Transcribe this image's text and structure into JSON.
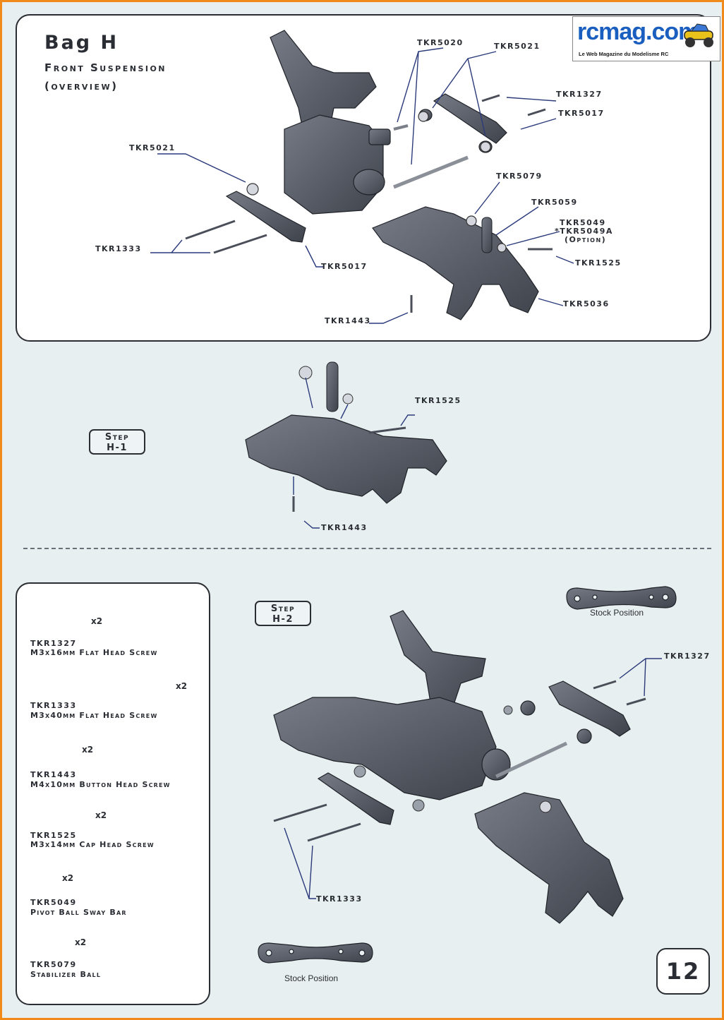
{
  "logo": {
    "text": "rcmag.com",
    "tagline": "Le Web Magazine du Modelisme RC"
  },
  "overview": {
    "title": "Bag H",
    "subtitle": "Front Suspension",
    "subtitle2": "(overview)",
    "labels": {
      "tkr5020": "TKR5020",
      "tkr5021_top": "TKR5021",
      "tkr1327": "TKR1327",
      "tkr5017_top": "TKR5017",
      "tkr5021_left": "TKR5021",
      "tkr5079": "TKR5079",
      "tkr5059": "TKR5059",
      "tkr5049": "TKR5049",
      "tkr5049a": "*TKR5049A",
      "option": "(Option)",
      "tkr1525": "TKR1525",
      "tkr1333": "TKR1333",
      "tkr5017_bottom": "TKR5017",
      "tkr5036": "TKR5036",
      "tkr1443": "TKR1443"
    }
  },
  "step1": {
    "badge_line1": "Step",
    "badge_line2": "H-1",
    "label_tkr1525": "TKR1525",
    "label_tkr1443": "TKR1443"
  },
  "step2": {
    "badge_line1": "Step",
    "badge_line2": "H-2",
    "label_tkr1327": "TKR1327",
    "label_tkr1333": "TKR1333",
    "stock_top": "Stock Position",
    "stock_bottom": "Stock Position"
  },
  "parts": [
    {
      "code": "TKR1327",
      "desc": "M3x16mm Flat Head Screw",
      "qty": "x2",
      "icon": "flat-head-screw-short-icon"
    },
    {
      "code": "TKR1333",
      "desc": "M3x40mm Flat Head Screw",
      "qty": "x2",
      "icon": "flat-head-screw-long-icon"
    },
    {
      "code": "TKR1443",
      "desc": "M4x10mm Button Head Screw",
      "qty": "x2",
      "icon": "button-head-screw-icon"
    },
    {
      "code": "TKR1525",
      "desc": "M3x14mm Cap Head Screw",
      "qty": "x2",
      "icon": "cap-head-screw-icon"
    },
    {
      "code": "TKR5049",
      "desc": "Pivot Ball Sway Bar",
      "qty": "x2",
      "icon": "pivot-ball-icon"
    },
    {
      "code": "TKR5079",
      "desc": "Stabilizer Ball",
      "qty": "x2",
      "icon": "stabilizer-ball-icon"
    }
  ],
  "page_number": "12",
  "colors": {
    "frame": "#f08a1a",
    "ink": "#2a2d33",
    "part": "#5c606b",
    "panel": "#ffffff",
    "background": "#e8eff1"
  }
}
